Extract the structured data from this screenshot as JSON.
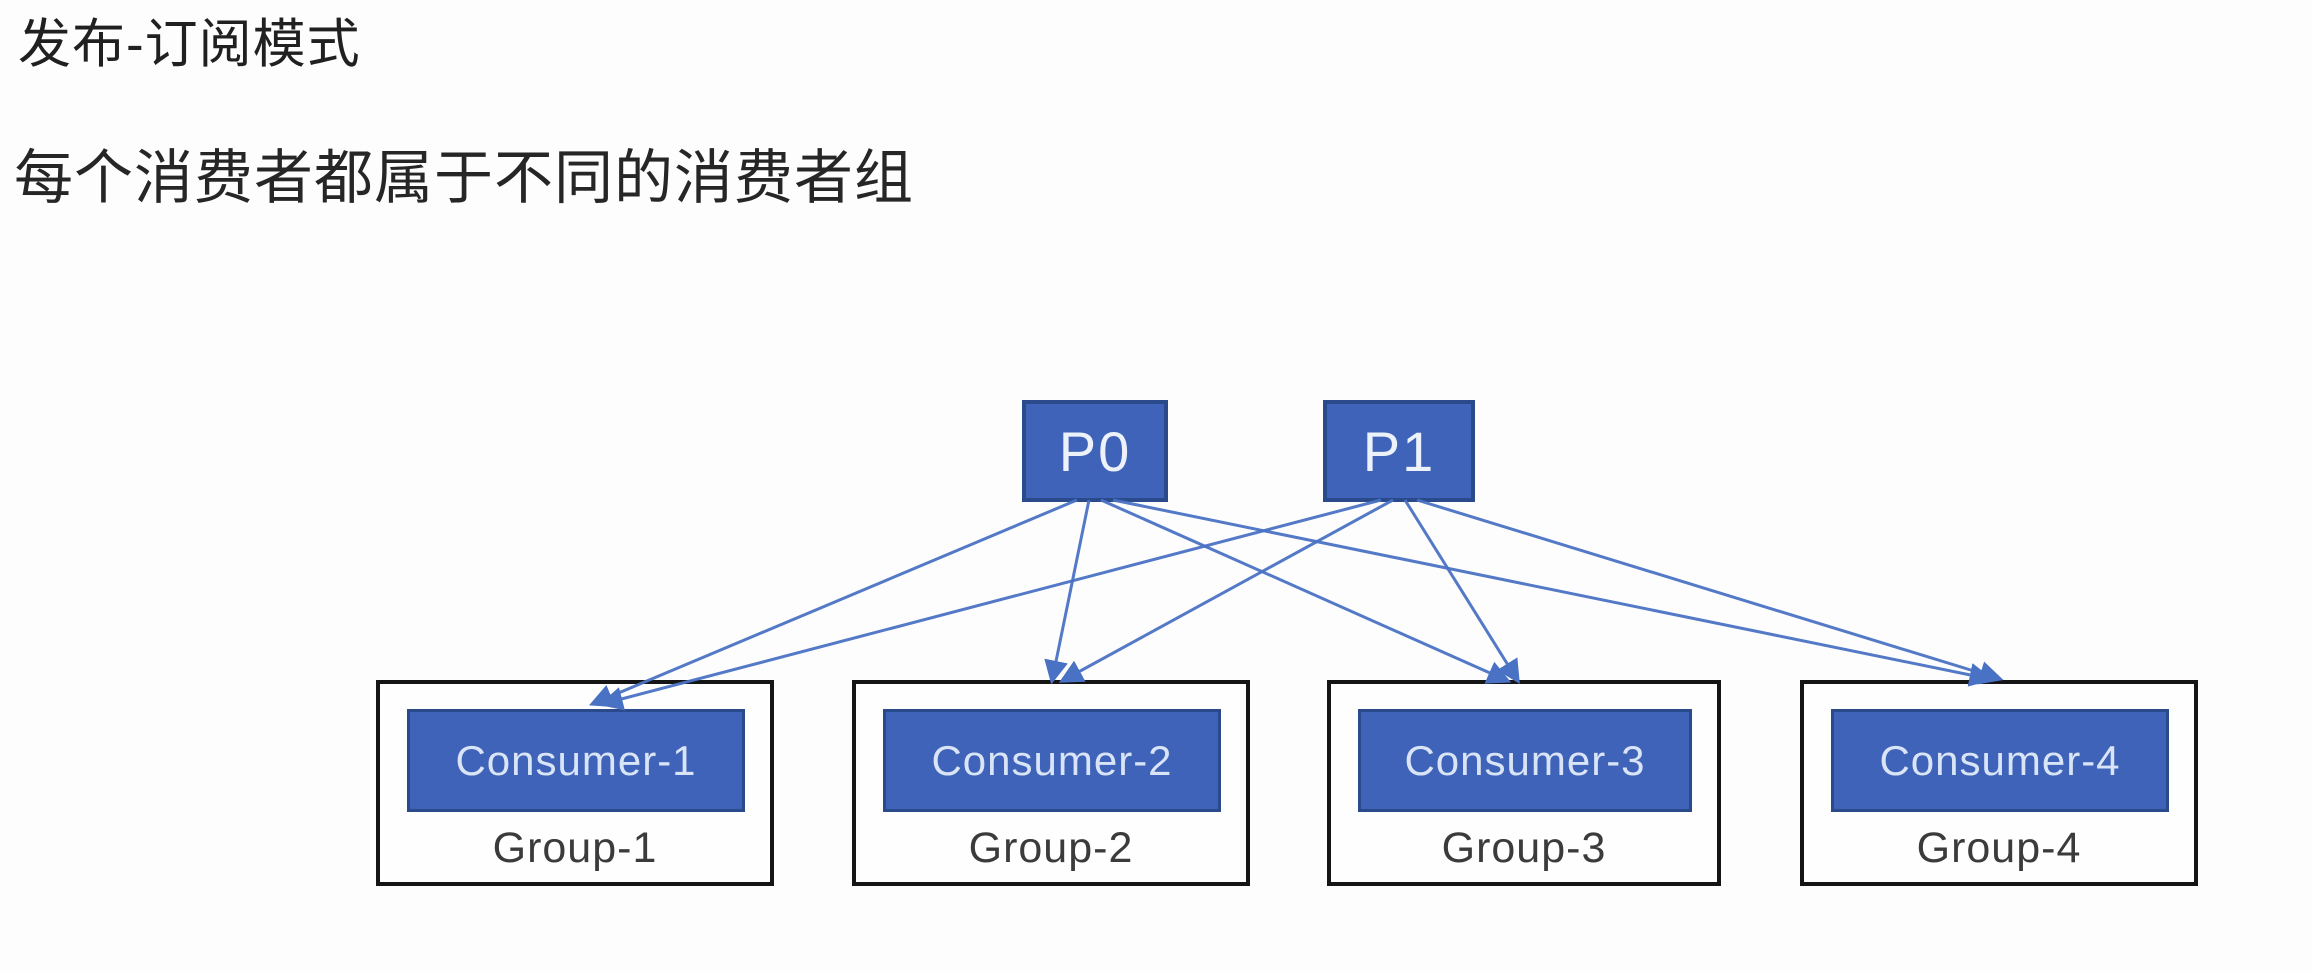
{
  "page": {
    "title": "发布-订阅模式",
    "subtitle": "每个消费者都属于不同的消费者组"
  },
  "diagram": {
    "partitions": [
      {
        "id": "p0",
        "label": "P0"
      },
      {
        "id": "p1",
        "label": "P1"
      }
    ],
    "groups": [
      {
        "id": "group-1",
        "consumer_label": "Consumer-1",
        "group_label": "Group-1"
      },
      {
        "id": "group-2",
        "consumer_label": "Consumer-2",
        "group_label": "Group-2"
      },
      {
        "id": "group-3",
        "consumer_label": "Consumer-3",
        "group_label": "Group-3"
      },
      {
        "id": "group-4",
        "consumer_label": "Consumer-4",
        "group_label": "Group-4"
      }
    ],
    "edges": [
      {
        "from": "p0",
        "to": "group-1"
      },
      {
        "from": "p0",
        "to": "group-2"
      },
      {
        "from": "p0",
        "to": "group-3"
      },
      {
        "from": "p0",
        "to": "group-4"
      },
      {
        "from": "p1",
        "to": "group-1"
      },
      {
        "from": "p1",
        "to": "group-2"
      },
      {
        "from": "p1",
        "to": "group-3"
      },
      {
        "from": "p1",
        "to": "group-4"
      }
    ],
    "colors": {
      "node_fill": "#3E63B8",
      "node_border": "#2B4A8C",
      "node_text": "#EDF2FA",
      "consumer_text": "#D9E4F6",
      "arrow": "#4A72C4",
      "group_border": "#151515",
      "label_text": "#3B3B3B"
    }
  }
}
